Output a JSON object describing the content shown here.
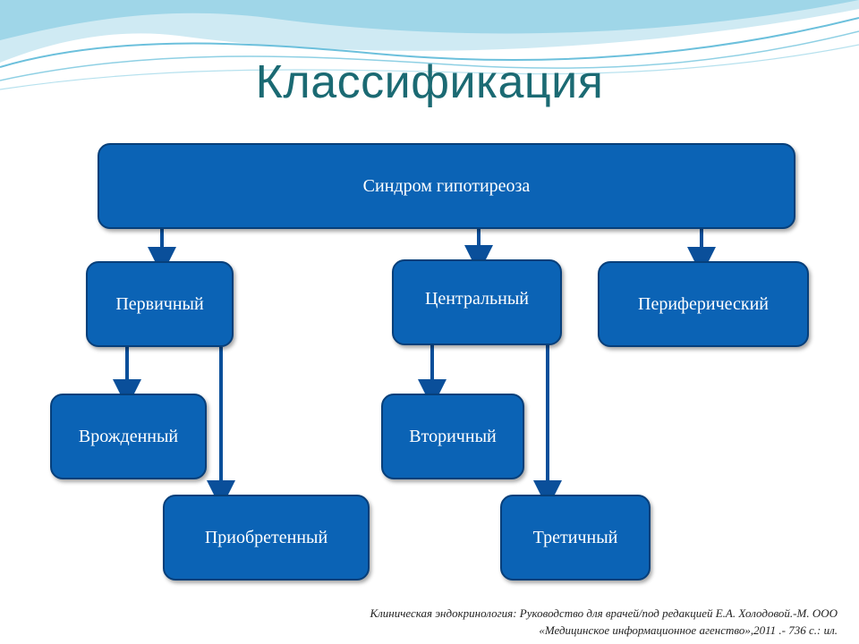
{
  "title": "Классификация",
  "root": {
    "label": "Синдром гипотиреоза"
  },
  "level1": [
    {
      "label": "Первичный"
    },
    {
      "label": "Центральный"
    },
    {
      "label": "Периферический"
    }
  ],
  "level2": [
    {
      "label": "Врожденный"
    },
    {
      "label": "Приобретенный"
    },
    {
      "label": "Вторичный"
    },
    {
      "label": "Третичный"
    }
  ],
  "citation": {
    "line1": "Клиническая эндокринология: Руководство для врачей/под редакцией Е.А. Холодовой.-М. ООО",
    "line2": "«Медицинское информационное агенство»,2011 .- 736 с.: ил."
  },
  "colors": {
    "node_fill": "#0b63b5",
    "node_border": "#073f7a",
    "title": "#1b6a73",
    "connector": "#0a4f9a"
  }
}
